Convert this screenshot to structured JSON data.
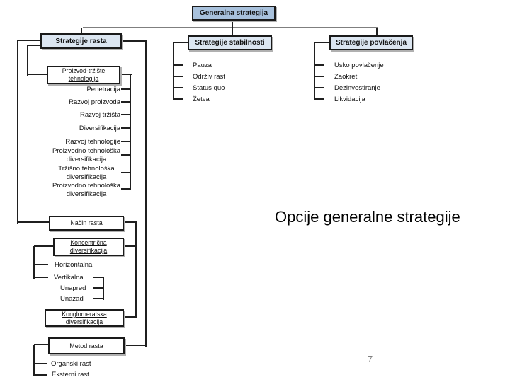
{
  "slide": {
    "title": "Opcije generalne strategije",
    "page_number": "7"
  },
  "colors": {
    "root_fill": "#a8c1dc",
    "branch_fill": "#dce6f1",
    "box_border": "#1a1a1a",
    "connector": "#1f1f1f",
    "top_connector_gray": "#7f7f7f",
    "page_number_gray": "#808080"
  },
  "root": {
    "label": "Generalna strategija"
  },
  "growth": {
    "label": "Strategije rasta",
    "product_market": {
      "label": "Proizvod-tržište\ntehnologija",
      "items": [
        "Penetracija",
        "Razvoj proizvoda",
        "Razvoj tržišta",
        "Diversifikacija",
        "Razvoj tehnologije",
        "Proizvodno tehnološka\ndiversifikacija",
        "Tržišno tehnološka\ndiversifikacija",
        "Proizvodno tehnološka\ndiversifikacija"
      ]
    },
    "growth_mode": {
      "label": "Način rasta",
      "concentric": {
        "label": "Koncentrična\ndiversifikacija"
      },
      "items": [
        "Horizontalna",
        "Vertikalna",
        "Unapred",
        "Unazad"
      ],
      "conglomerate": {
        "label": "Konglomeratska\ndiversifikacija"
      }
    },
    "growth_method": {
      "label": "Metod rasta",
      "items": [
        "Organski rast",
        "Eksterni rast"
      ]
    }
  },
  "stability": {
    "label": "Strategije stabilnosti",
    "items": [
      "Pauza",
      "Održiv rast",
      "Status quo",
      "Žetva"
    ]
  },
  "retreat": {
    "label": "Strategije povlačenja",
    "items": [
      "Usko povlačenje",
      "Zaokret",
      "Dezinvestiranje",
      "Likvidacija"
    ]
  }
}
